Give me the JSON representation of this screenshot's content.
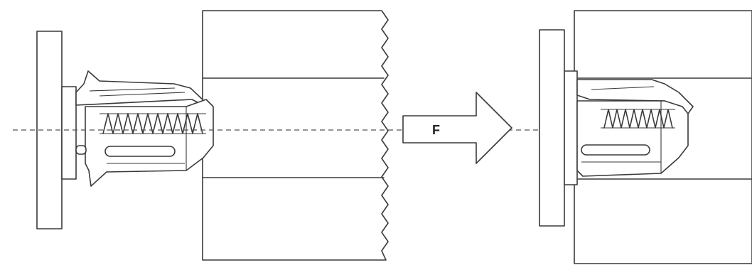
{
  "arrow": {
    "label": "F"
  },
  "colors": {
    "line": "#3a3a3a",
    "background": "#ffffff",
    "shade": "#e6e6e6"
  },
  "figure": {
    "panels": [
      "before-insertion",
      "after-insertion"
    ],
    "icons": [
      "force-arrow-icon",
      "spring-coil-icon"
    ]
  }
}
